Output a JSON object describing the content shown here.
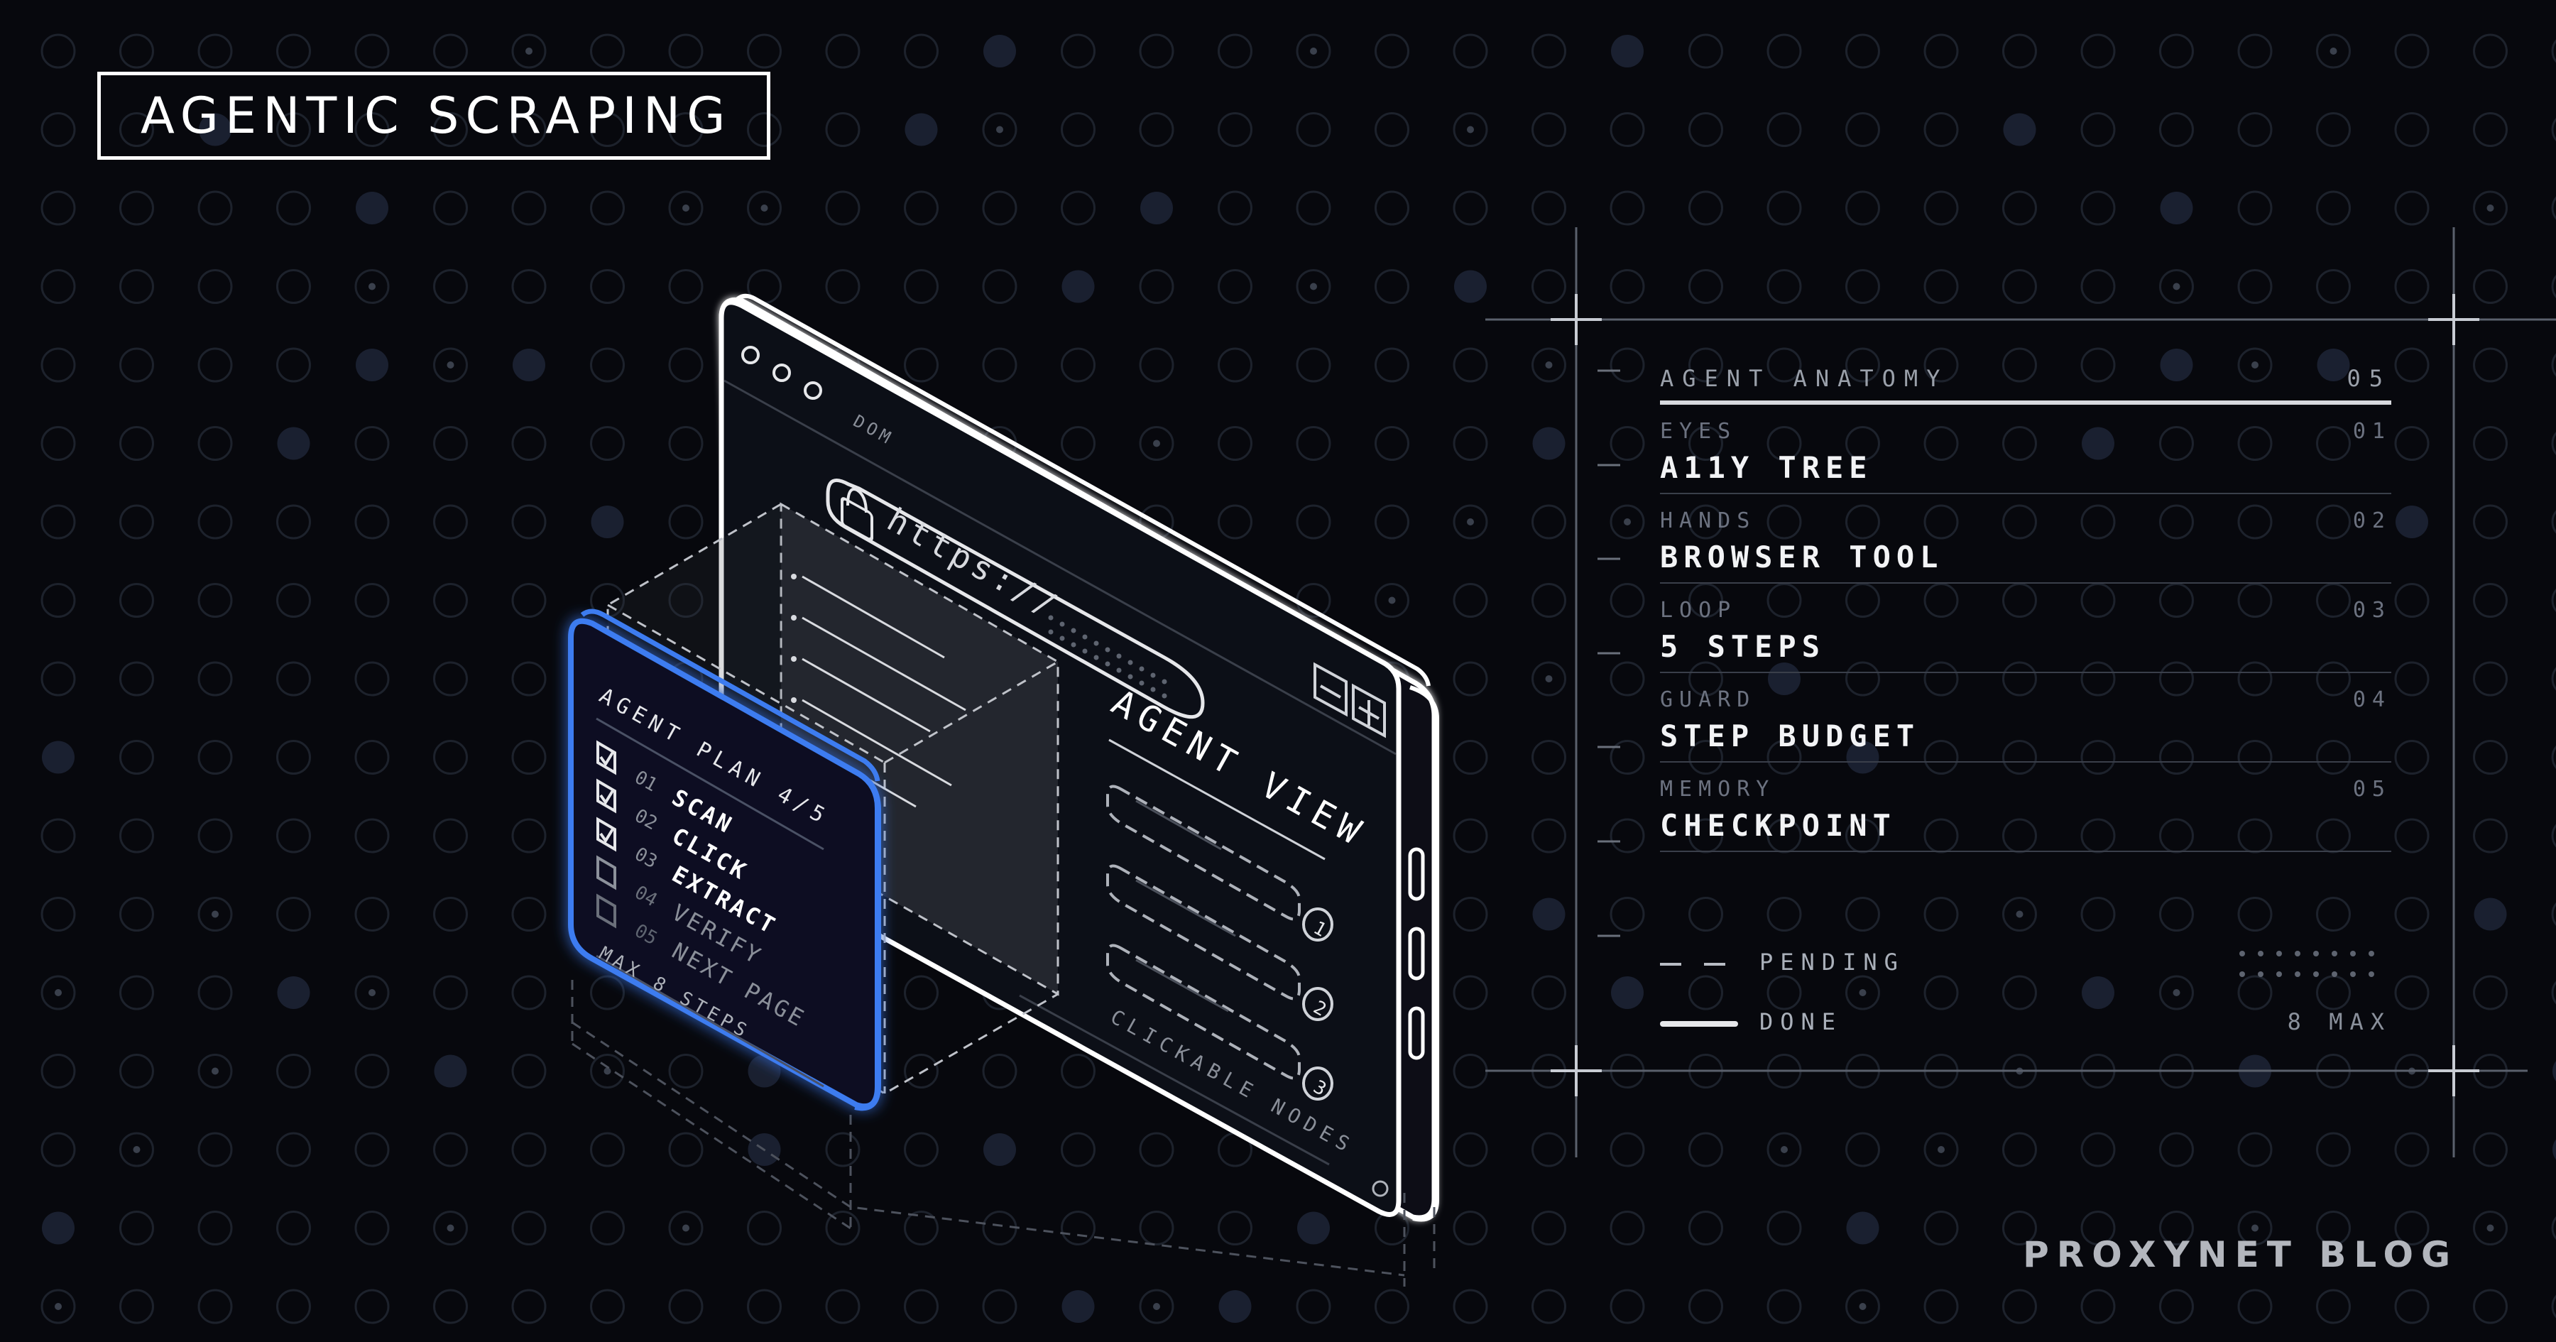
{
  "title": "AGENTIC SCRAPING",
  "footer": "PROXYNET BLOG",
  "browser": {
    "dom_label": "DOM",
    "url": "https://",
    "agent_view_title": "AGENT VIEW",
    "clickable_nodes_label": "CLICKABLE NODES",
    "node_numbers": [
      "1",
      "2",
      "3"
    ]
  },
  "plan_card": {
    "title": "AGENT PLAN 4/5",
    "steps": [
      {
        "num": "01",
        "label": "SCAN",
        "done": true
      },
      {
        "num": "02",
        "label": "CLICK",
        "done": true
      },
      {
        "num": "03",
        "label": "EXTRACT",
        "done": true
      },
      {
        "num": "04",
        "label": "VERIFY",
        "done": false
      },
      {
        "num": "05",
        "label": "NEXT PAGE",
        "done": false
      }
    ],
    "footer": "MAX 8 STEPS",
    "accent_color": "#3d7cf0"
  },
  "panel": {
    "title": "AGENT ANATOMY",
    "count": "05",
    "rows": [
      {
        "label": "EYES",
        "num": "01",
        "value": "A11Y TREE"
      },
      {
        "label": "HANDS",
        "num": "02",
        "value": "BROWSER TOOL"
      },
      {
        "label": "LOOP",
        "num": "03",
        "value": "5 STEPS"
      },
      {
        "label": "GUARD",
        "num": "04",
        "value": "STEP BUDGET"
      },
      {
        "label": "MEMORY",
        "num": "05",
        "value": "CHECKPOINT"
      }
    ],
    "legend": {
      "pending": "PENDING",
      "done": "DONE",
      "max": "8 MAX"
    }
  }
}
